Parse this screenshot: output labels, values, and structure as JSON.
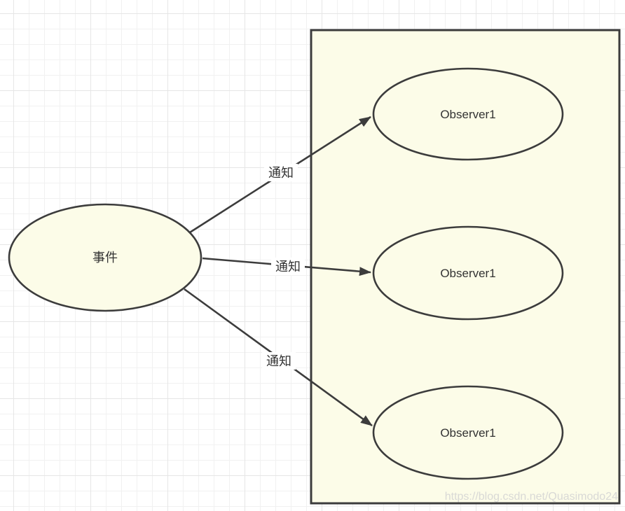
{
  "diagram": {
    "type": "observer-pattern-flowchart",
    "source_node": {
      "label": "事件"
    },
    "observers": [
      {
        "label": "Observer1"
      },
      {
        "label": "Observer1"
      },
      {
        "label": "Observer1"
      }
    ],
    "edges": [
      {
        "label": "通知",
        "from": "事件",
        "to": "Observer1-top"
      },
      {
        "label": "通知",
        "from": "事件",
        "to": "Observer1-middle"
      },
      {
        "label": "通知",
        "from": "事件",
        "to": "Observer1-bottom"
      }
    ],
    "watermark": "https://blog.csdn.net/Quasimodo24",
    "colors": {
      "node_fill": "#fcfce8",
      "node_stroke": "#3c3c3c",
      "text": "#333333",
      "grid_minor": "#f1f1f1",
      "grid_major": "#e6e6e6",
      "canvas": "#ffffff",
      "watermark_text": "#d2d2d2"
    }
  }
}
